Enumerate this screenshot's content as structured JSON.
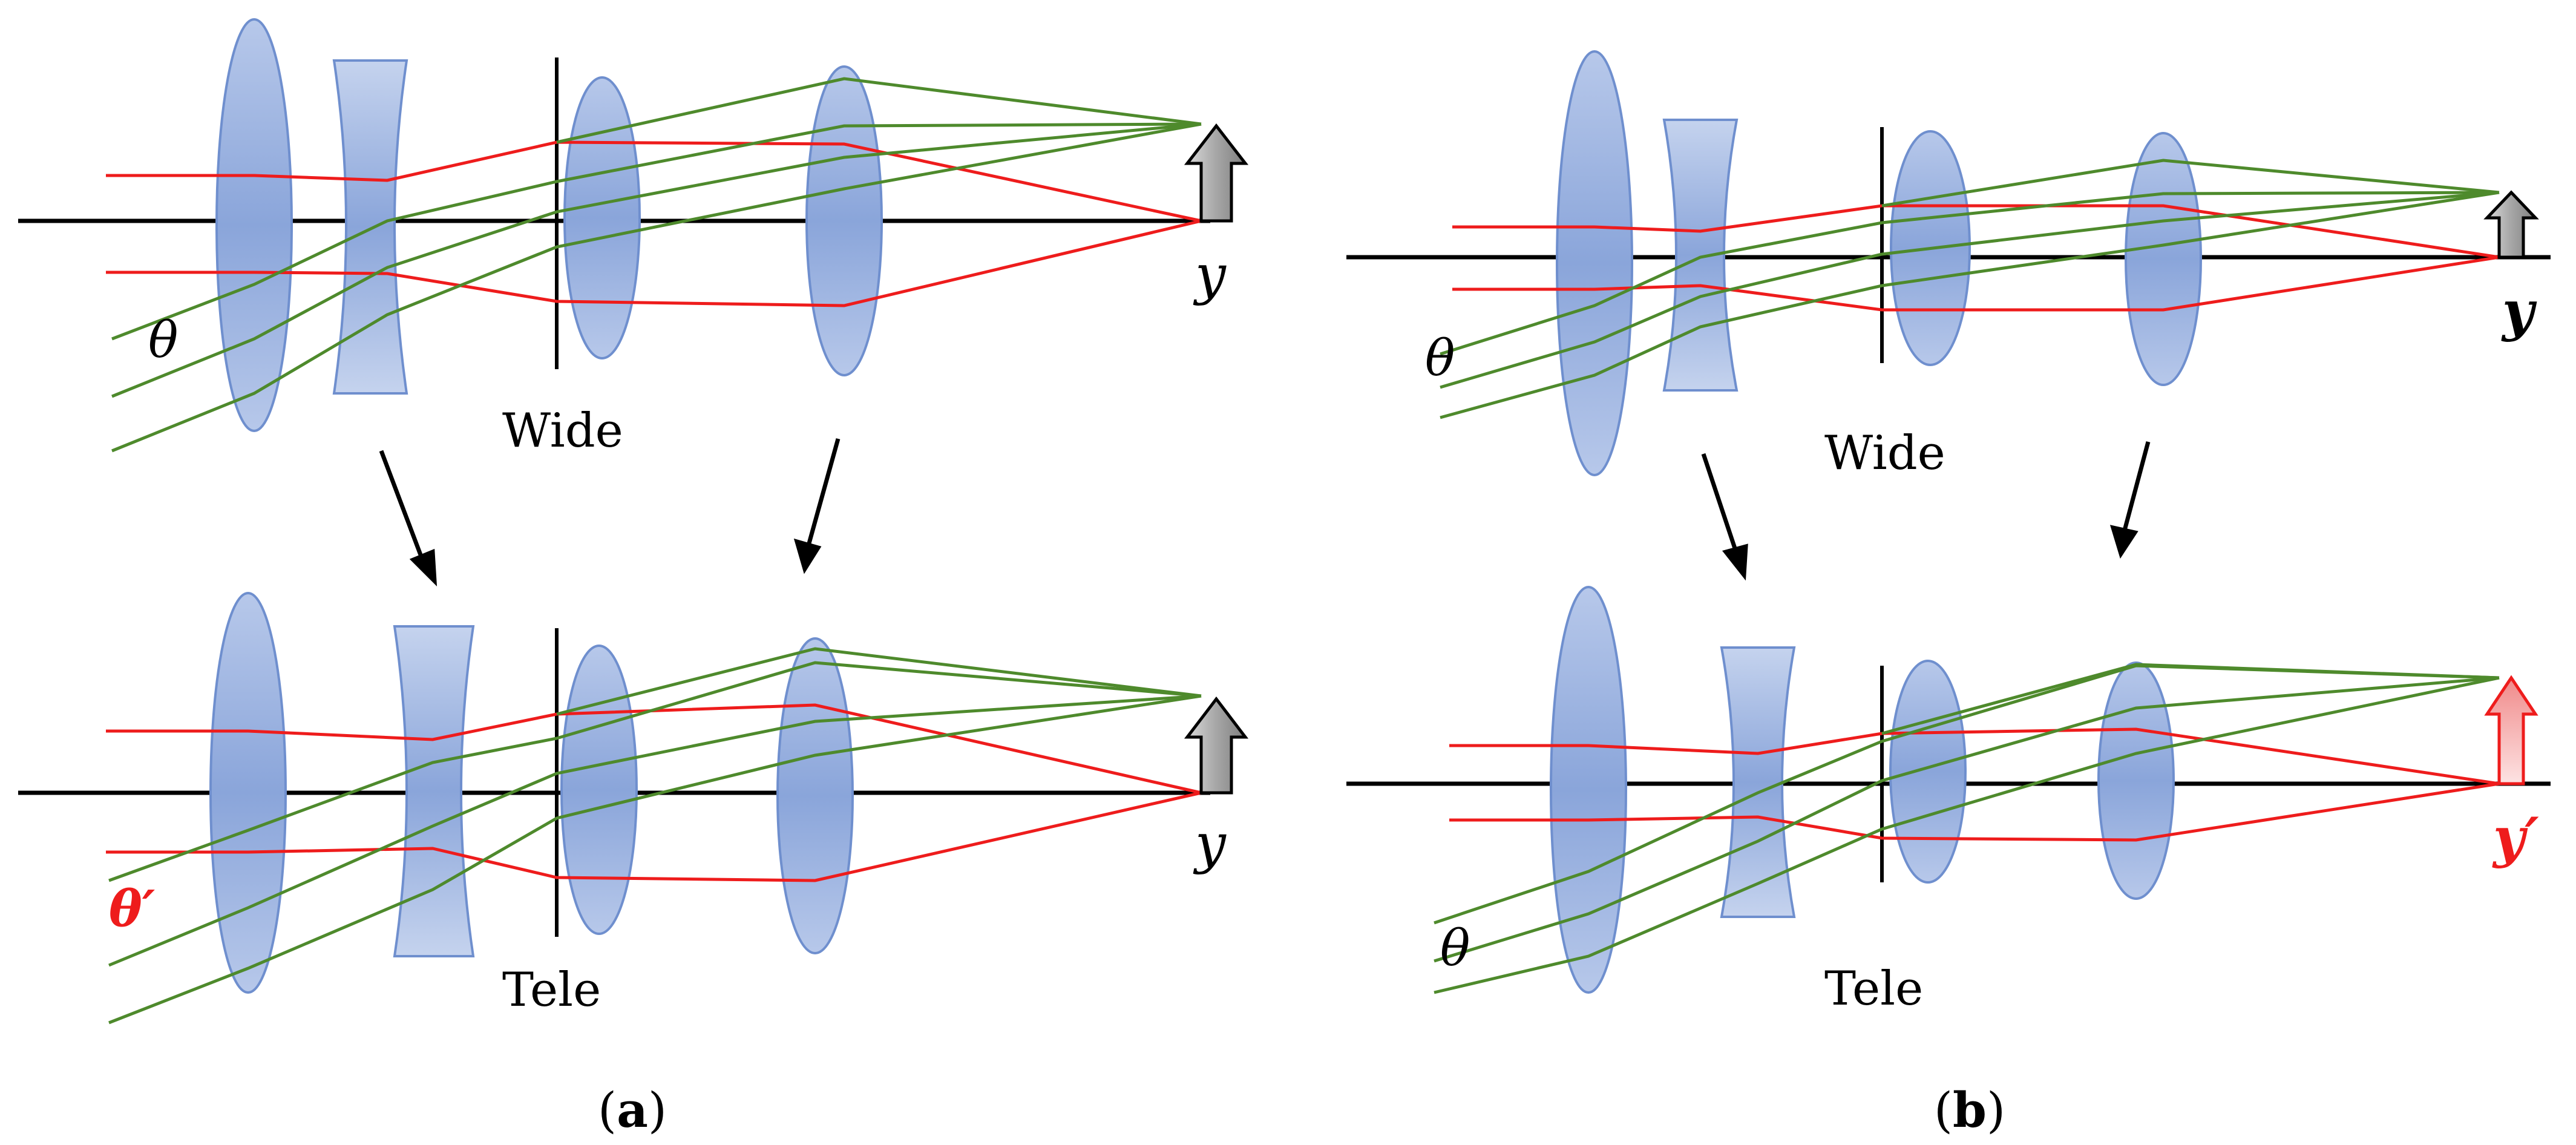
{
  "colors": {
    "axis": "#000000",
    "red_ray": "#ee1c1c",
    "green_ray": "#4e8a2c",
    "lens_fill": "#8faadc",
    "lens_stroke": "#6f8fce",
    "arrow_gray": "#a6a6a6",
    "arrow_pink": "#f4a0a0",
    "red_text": "#ee1c1c"
  },
  "panel_a": {
    "wide": {
      "state_label": "Wide",
      "image_label": "y",
      "angle_label": "θ"
    },
    "tele": {
      "state_label": "Tele",
      "image_label": "y",
      "angle_label": "θ′"
    },
    "caption_open": "(",
    "caption_letter": "a",
    "caption_close": ")"
  },
  "panel_b": {
    "wide": {
      "state_label": "Wide",
      "image_label": "y",
      "angle_label": "θ"
    },
    "tele": {
      "state_label": "Tele",
      "image_label": "y′",
      "angle_label": "θ"
    },
    "caption_open": "(",
    "caption_letter": "b",
    "caption_close": ")"
  }
}
